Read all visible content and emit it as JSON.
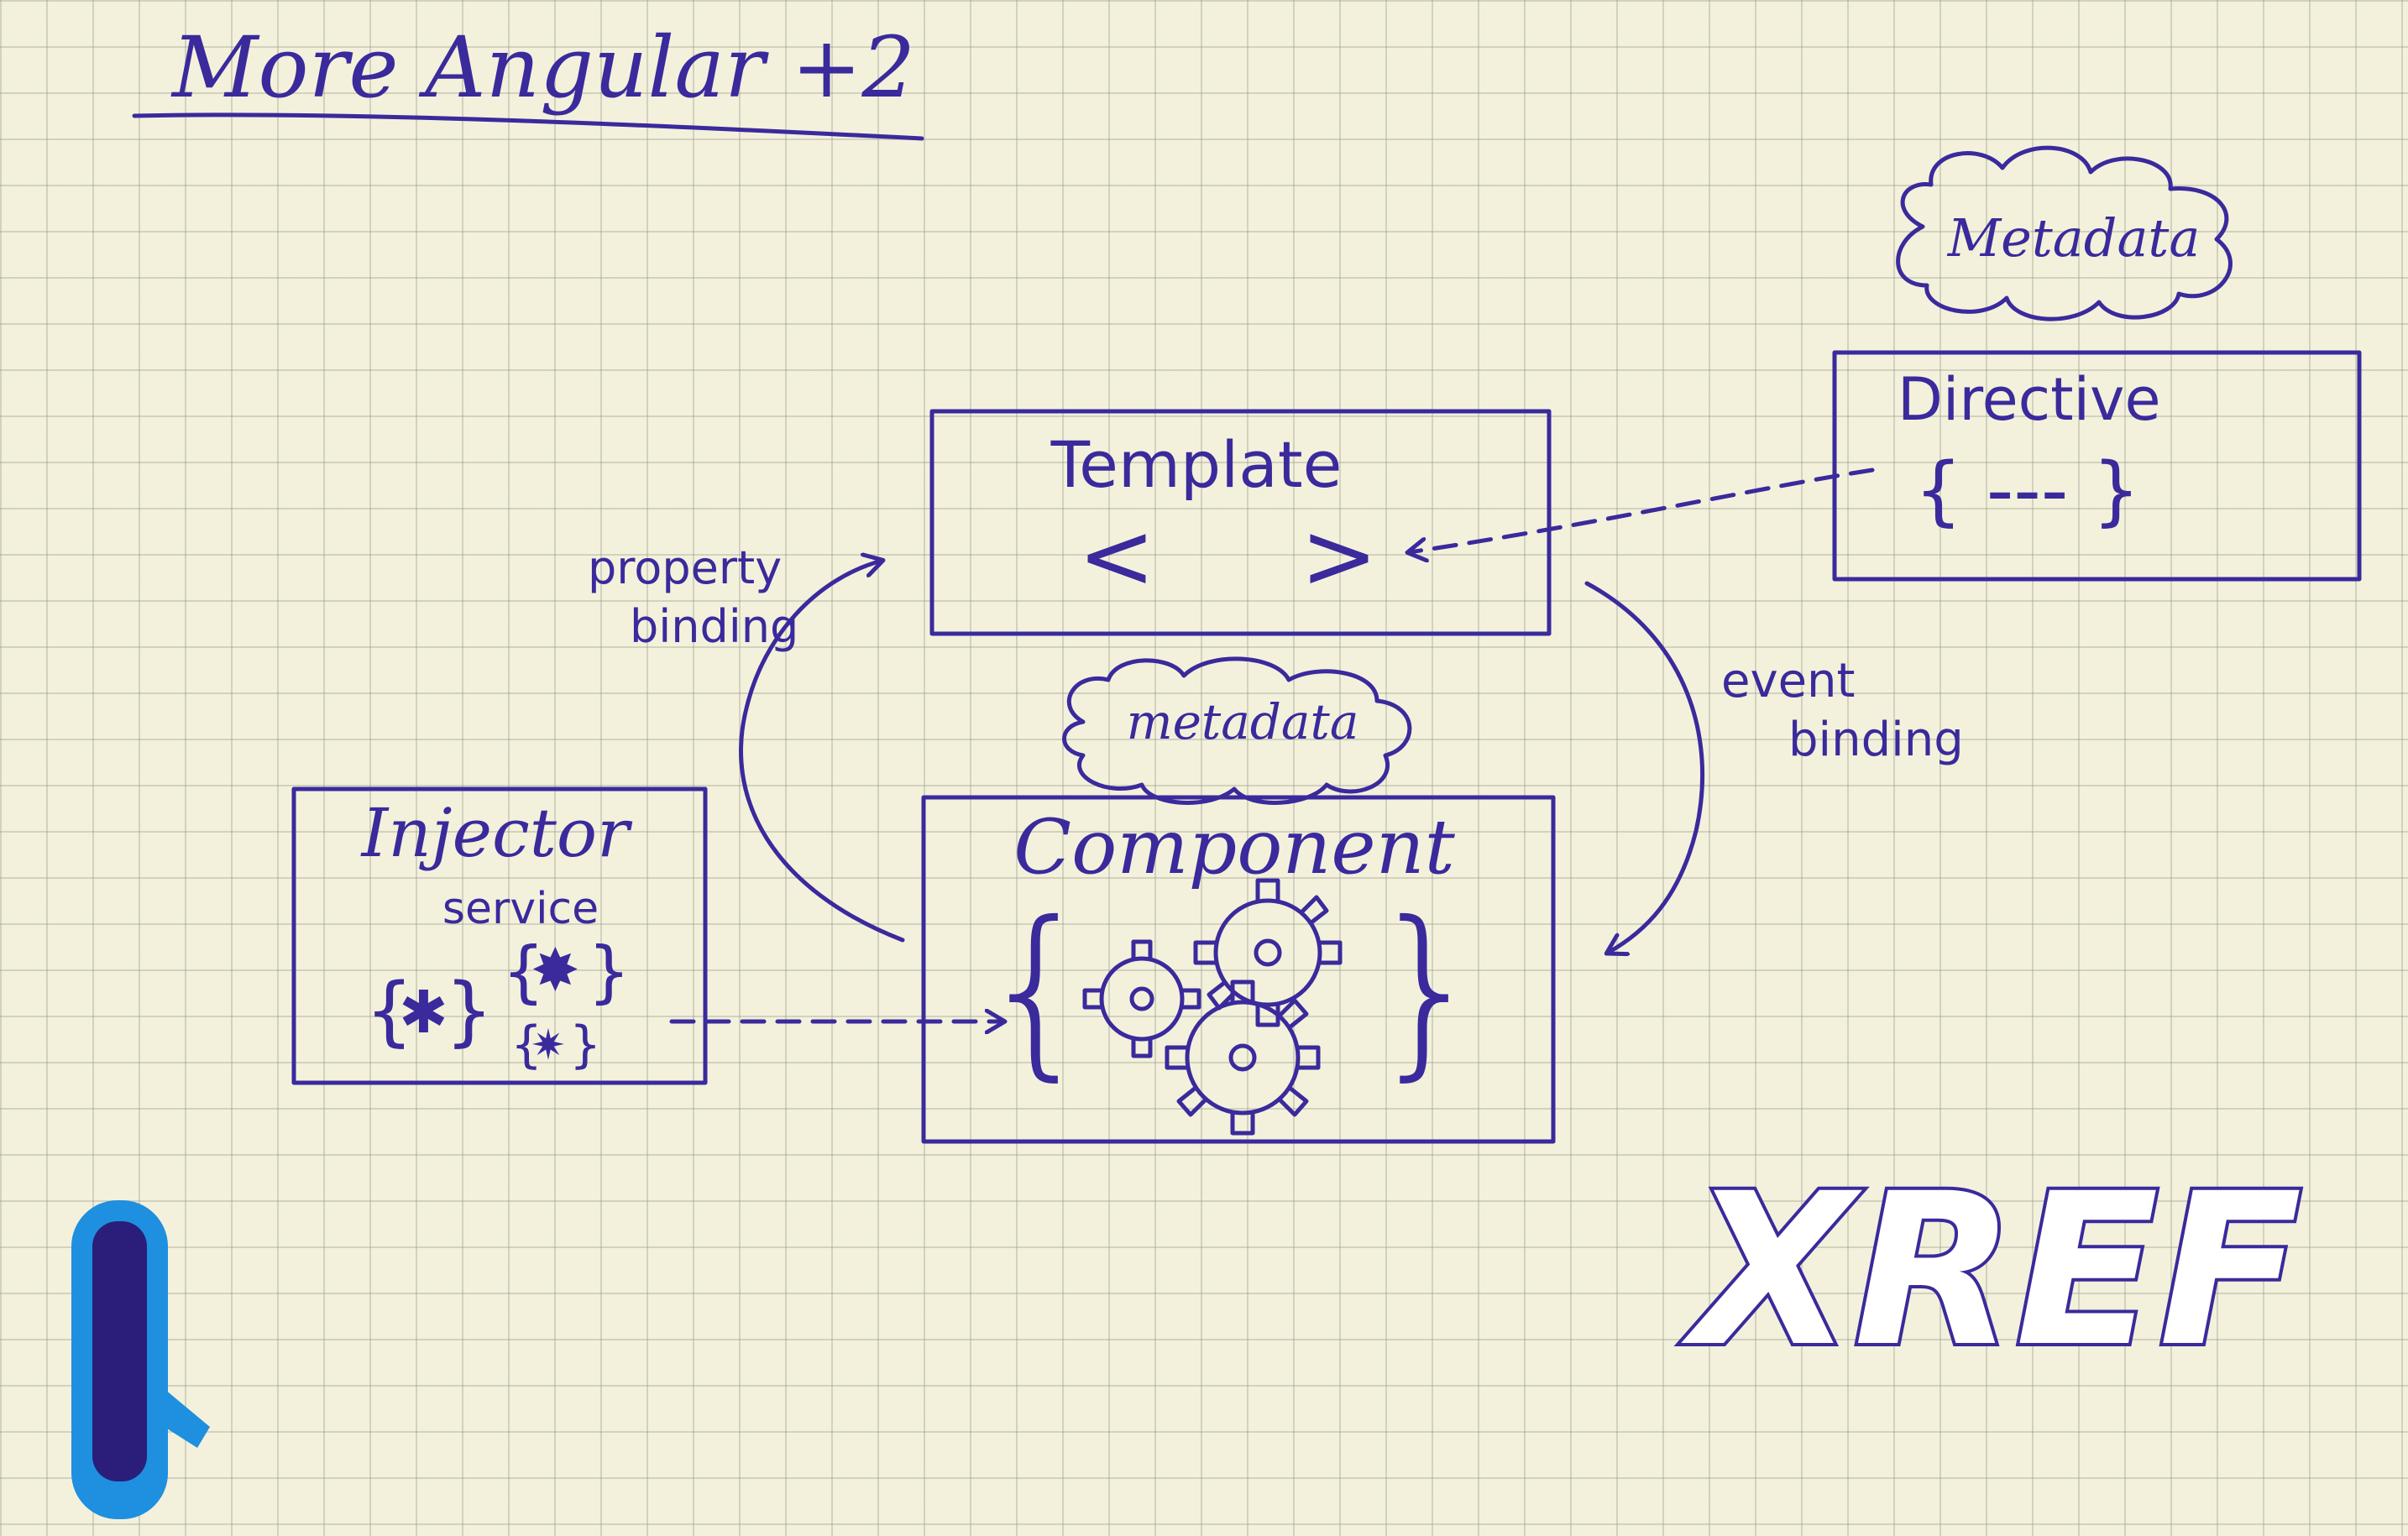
{
  "title": "More Angular +2",
  "nodes": {
    "template": {
      "label": "Template",
      "glyph_left": "<",
      "glyph_right": ">"
    },
    "component": {
      "label": "Component",
      "brace_left": "{",
      "brace_right": "}"
    },
    "injector": {
      "label": "Injector",
      "sublabel": "service"
    },
    "directive": {
      "label": "Directive",
      "body": "{ --- }"
    }
  },
  "clouds": {
    "top_right": "Metadata",
    "center": "metadata"
  },
  "edges": {
    "property_binding": "property binding",
    "event_binding": "event binding"
  },
  "logo": "XREF",
  "icons": [
    "gear-icon",
    "star-icon",
    "pen-icon"
  ],
  "colors": {
    "ink": "#3a2a9c",
    "paper": "#f3f1dc",
    "grid": "#c8c6b3",
    "marker_blue": "#1f8fe0"
  }
}
